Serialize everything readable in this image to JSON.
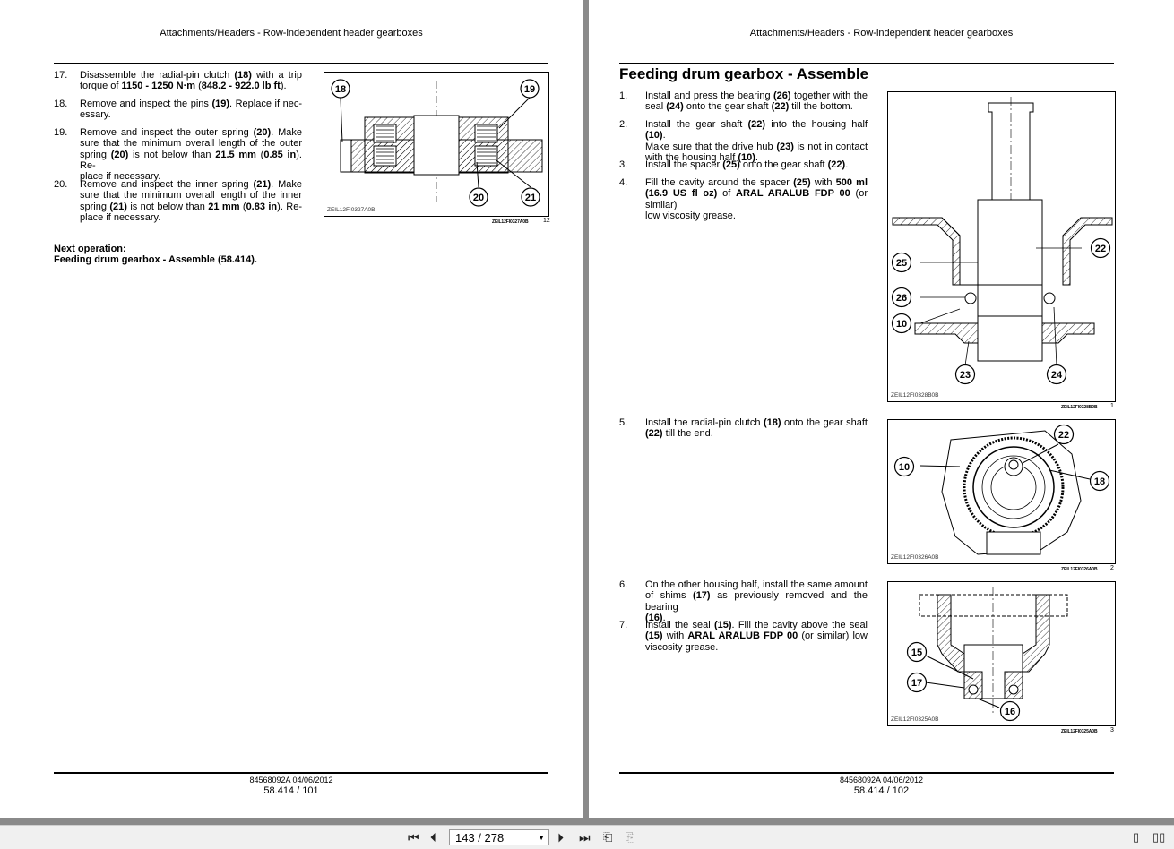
{
  "left_page": {
    "header": "Attachments/Headers - Row-independent header gearboxes",
    "steps": [
      {
        "num": "17.",
        "lines_html": [
          "Disassemble the radial-pin clutch <b>(18)</b> with a trip",
          "torque of <b>1150 - 1250 N·m</b> (<b>848.2 - 922.0 lb ft</b>)."
        ]
      },
      {
        "num": "18.",
        "lines_html": [
          "Remove and inspect the pins <b>(19)</b>. Replace if nec-",
          "essary."
        ]
      },
      {
        "num": "19.",
        "lines_html": [
          "Remove and inspect the outer spring <b>(20)</b>. Make",
          "sure that the minimum overall length of the outer",
          "spring <b>(20)</b> is not below than <b>21.5 mm</b> (<b>0.85 in</b>). Re-",
          "place if necessary."
        ]
      },
      {
        "num": "20.",
        "lines_html": [
          "Remove and inspect the inner spring <b>(21)</b>. Make",
          "sure that the minimum overall length of the inner",
          "spring <b>(21)</b> is not below than <b>21 mm</b> (<b>0.83 in</b>). Re-",
          "place if necessary."
        ]
      }
    ],
    "next_operation_label": "Next operation:",
    "next_operation_text": "Feeding drum gearbox - Assemble (58.414).",
    "figure": {
      "code": "ZEIL12FI0327A0B",
      "ref": "ZEIL12FI0327A0B",
      "number": "12",
      "callouts": [
        "18",
        "19",
        "20",
        "21"
      ]
    },
    "footer_code": "84568092A 04/06/2012",
    "footer_page": "58.414 / 101"
  },
  "right_page": {
    "header": "Attachments/Headers - Row-independent header gearboxes",
    "title": "Feeding drum gearbox - Assemble",
    "steps": [
      {
        "num": "1.",
        "lines_html": [
          "Install and press the bearing <b>(26)</b> together with the",
          "seal <b>(24)</b> onto the gear shaft <b>(22)</b> till the bottom."
        ]
      },
      {
        "num": "2.",
        "lines_html": [
          "Install the gear shaft <b>(22)</b> into the housing half <b>(10)</b>.",
          "Make sure that the drive hub <b>(23)</b> is not in contact",
          "with the housing half <b>(10)</b>."
        ]
      },
      {
        "num": "3.",
        "lines_html": [
          "Install the spacer <b>(25)</b> onto the gear shaft <b>(22)</b>."
        ]
      },
      {
        "num": "4.",
        "lines_html": [
          "Fill the cavity around the spacer <b>(25)</b> with <b>500 ml</b>",
          "<b>(16.9 US fl oz)</b> of <b>ARAL ARALUB FDP 00</b> (or similar)",
          "low viscosity grease."
        ]
      },
      {
        "num": "5.",
        "lines_html": [
          "Install the radial-pin clutch <b>(18)</b> onto the gear shaft",
          "<b>(22)</b> till the end."
        ]
      },
      {
        "num": "6.",
        "lines_html": [
          "On the other housing half, install the same amount",
          "of shims <b>(17)</b> as previously removed and the bearing",
          "<b>(16)</b>."
        ]
      },
      {
        "num": "7.",
        "lines_html": [
          "Install the seal <b>(15)</b>. Fill the cavity above the seal",
          "<b>(15)</b> with <b>ARAL ARALUB FDP 00</b> (or similar) low",
          "viscosity grease."
        ]
      }
    ],
    "figures": [
      {
        "code": "ZEIL12FI0328B0B",
        "ref": "ZEIL12FI0328B0B",
        "number": "1",
        "callouts": [
          "25",
          "26",
          "10",
          "22",
          "23",
          "24"
        ]
      },
      {
        "code": "ZEIL12FI0326A0B",
        "ref": "ZEIL12FI0326A0B",
        "number": "2",
        "callouts": [
          "10",
          "22",
          "18"
        ]
      },
      {
        "code": "ZEIL12FI0325A0B",
        "ref": "ZEIL12FI0325A0B",
        "number": "3",
        "callouts": [
          "15",
          "17",
          "16"
        ]
      }
    ],
    "footer_code": "84568092A 04/06/2012",
    "footer_page": "58.414 / 102"
  },
  "toolbar": {
    "page_value": "143 / 278",
    "icons": [
      "first-page-icon",
      "previous-page-icon",
      "next-page-icon",
      "last-page-icon",
      "previous-view-icon",
      "next-view-icon",
      "single-page-view-icon",
      "two-page-view-icon"
    ]
  },
  "colors": {
    "viewer_bg": "#8a8a8a",
    "page_bg": "#ffffff",
    "toolbar_bg": "#f0f0f0"
  }
}
